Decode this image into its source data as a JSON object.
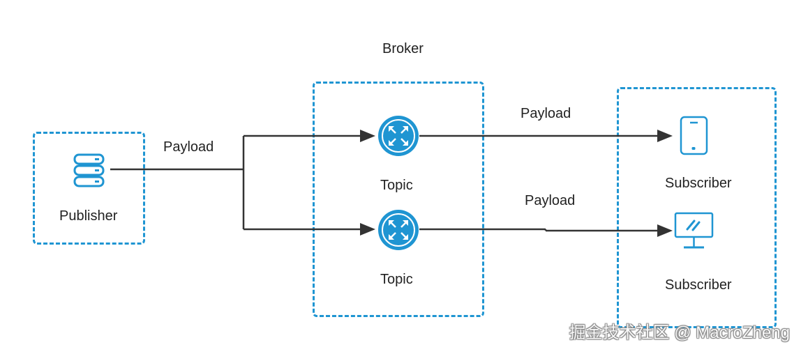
{
  "colors": {
    "accent": "#1f95d2",
    "line": "#333333"
  },
  "broker": {
    "label": "Broker"
  },
  "publisher": {
    "label": "Publisher",
    "icon": "database-server-icon"
  },
  "topics": [
    {
      "label": "Topic",
      "icon": "router-arrows-icon"
    },
    {
      "label": "Topic",
      "icon": "router-arrows-icon"
    }
  ],
  "subscribers": [
    {
      "label": "Subscriber",
      "icon": "mobile-phone-icon"
    },
    {
      "label": "Subscriber",
      "icon": "desktop-monitor-icon"
    }
  ],
  "edges": {
    "publisher_to_topics": "Payload",
    "topic1_to_subscriber1": "Payload",
    "topic2_to_subscriber2": "Payload"
  },
  "watermark": "掘金技术社区 @ MacroZheng"
}
